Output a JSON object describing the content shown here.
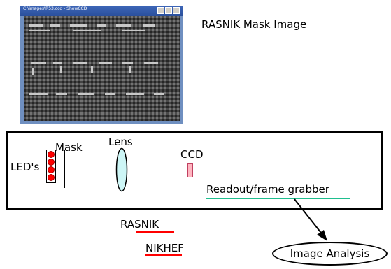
{
  "screenshot": {
    "window_title": "C:\\images\\R53.ccd - ShowCCD",
    "title_bar_color": "#2a4f9c"
  },
  "caption": "RASNIK Mask Image",
  "diagram": {
    "labels": {
      "leds": "LED's",
      "mask": "Mask",
      "lens": "Lens",
      "ccd": "CCD",
      "readout": "Readout/frame grabber"
    },
    "colors": {
      "led": "#ff0000",
      "ccd": "#ffb6c1",
      "lens": "#cdf6f6",
      "teal_underline": "#1fbf8f",
      "red_underline": "#ff0000"
    }
  },
  "footer": {
    "rasnik": "RASNIK",
    "nikhef": "NIKHEF",
    "image_analysis": "Image Analysis"
  }
}
